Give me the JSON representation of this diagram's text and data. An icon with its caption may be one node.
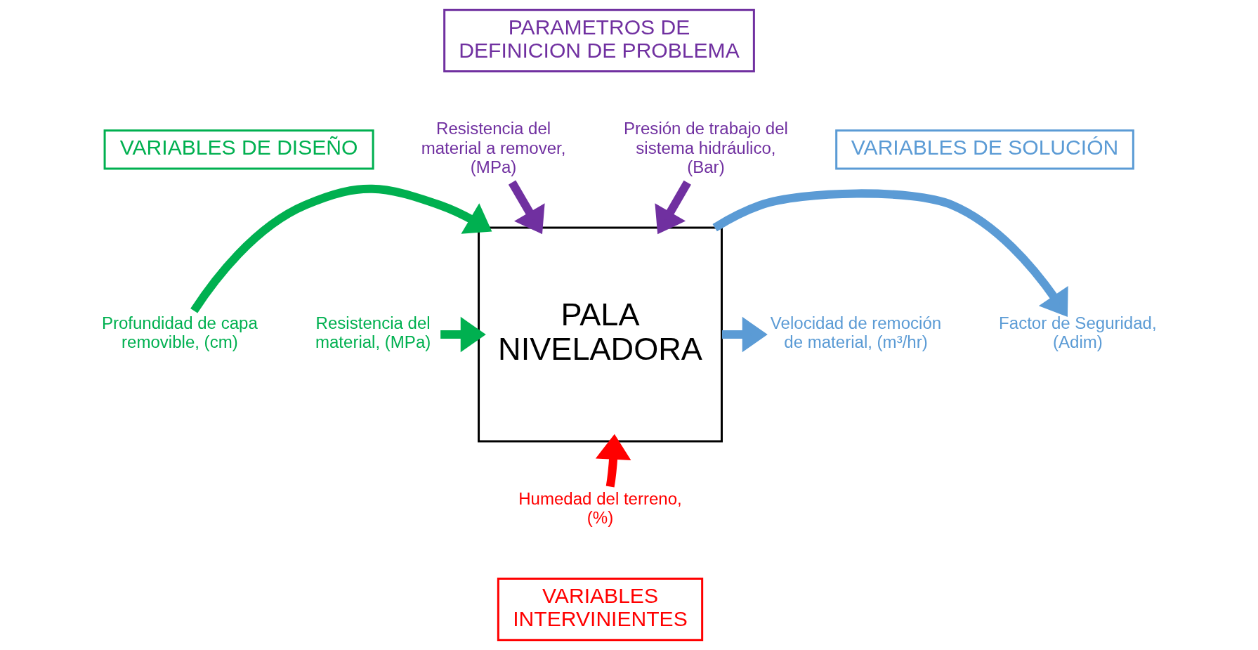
{
  "diagram": {
    "nodes": [
      {
        "text": [
          "PARAMETROS DE DEFINICION DE PROBLEMA"
        ]
      },
      {
        "text": [
          "VARIABLES DE DISEÑO"
        ]
      },
      {
        "text": [
          "VARIABLES DE SOLUCIÓN"
        ]
      },
      {
        "text": [
          "PALA NIVELADORA"
        ]
      },
      {
        "text": [
          "VARIABLES INTERVINIENTES"
        ]
      },
      {
        "text": [
          "Resistencia del material a remover, (MPa)"
        ]
      },
      {
        "text": [
          "Presión de trabajo del sistema hidráulico, (Bar)"
        ]
      },
      {
        "text": [
          "Resistencia del material, (MPa)"
        ]
      },
      {
        "text": [
          "Profundidad de capa removible, (cm)"
        ]
      },
      {
        "text": [
          "Velocidad de remoción de material, (m³/hr)"
        ]
      },
      {
        "text": [
          "Factor de Seguridad, (Adim)"
        ]
      },
      {
        "text": [
          "Humedad del terreno, (%)"
        ]
      }
    ],
    "edges": [
      {
        "from": 5,
        "to": 3,
        "arrow": "to",
        "color": "#7030a0"
      },
      {
        "from": 6,
        "to": 3,
        "arrow": "to",
        "color": "#7030a0"
      },
      {
        "from": 7,
        "to": 3,
        "arrow": "to",
        "color": "#00b050"
      },
      {
        "from": 8,
        "to": 3,
        "arrow": "to",
        "color": "#00b050"
      },
      {
        "from": 3,
        "to": 9,
        "arrow": "to",
        "color": "#5b9bd5"
      },
      {
        "from": 3,
        "to": 10,
        "arrow": "to",
        "color": "#5b9bd5"
      },
      {
        "from": 11,
        "to": 3,
        "arrow": "to",
        "color": "#ff0000"
      }
    ]
  }
}
